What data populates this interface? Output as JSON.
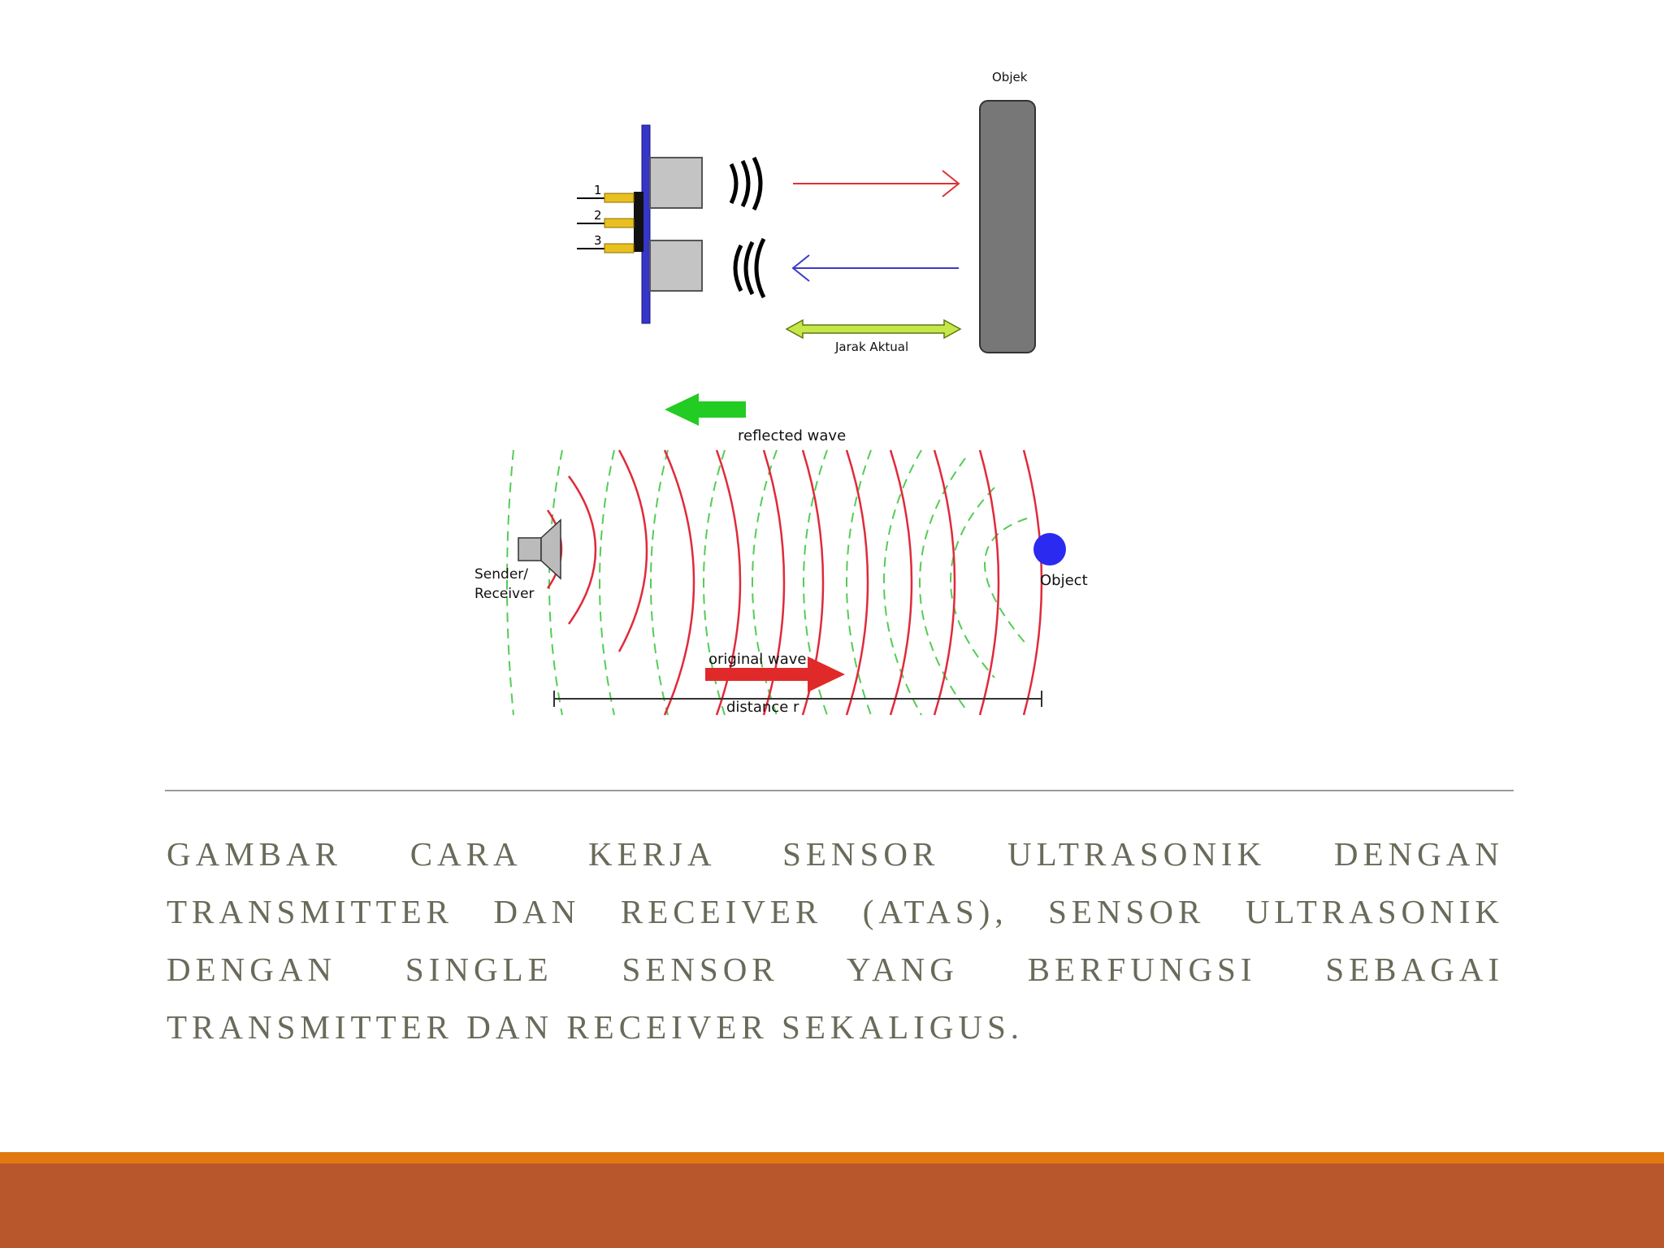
{
  "top_diagram": {
    "object_label": "Objek",
    "distance_label": "Jarak Aktual",
    "pins": [
      "1",
      "2",
      "3"
    ]
  },
  "bottom_diagram": {
    "reflected_label": "reflected wave",
    "original_label": "original wave",
    "sender_label_line1": "Sender/",
    "sender_label_line2": "Receiver",
    "object_label": "Object",
    "distance_label": "distance r"
  },
  "caption": "GAMBAR CARA KERJA SENSOR ULTRASONIK DENGAN TRANSMITTER DAN RECEIVER (ATAS), SENSOR ULTRASONIK DENGAN SINGLE SENSOR YANG BERFUNGSI SEBAGAI TRANSMITTER DAN RECEIVER SEKALIGUS.",
  "colors": {
    "footer_line": "#e07a10",
    "footer_bar": "#b9572c",
    "caption_text": "#6a6a5a"
  }
}
